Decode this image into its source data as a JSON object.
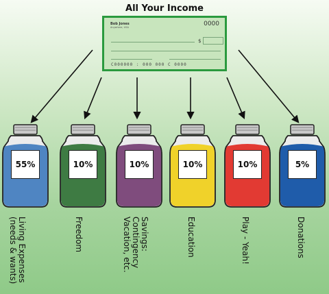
{
  "title": "All Your Income",
  "check": {
    "name": "Bob Jones",
    "address": "Anywhere, USA",
    "number": "0000",
    "dollar_sign": "$",
    "micr": "C000000 : 000 000 C 0000"
  },
  "jars": [
    {
      "percent": "55%",
      "color": "#4f85c2",
      "caption": "Living Expenses\n(needs & wants)"
    },
    {
      "percent": "10%",
      "color": "#3e7b43",
      "caption": "Freedom"
    },
    {
      "percent": "10%",
      "color": "#7f4c7d",
      "caption": "Savings:\nContingency\nVacation, etc."
    },
    {
      "percent": "10%",
      "color": "#f0d22a",
      "caption": "Education"
    },
    {
      "percent": "10%",
      "color": "#e23a33",
      "caption": "Play - Yeah!"
    },
    {
      "percent": "5%",
      "color": "#1f5caa",
      "caption": "Donations"
    }
  ]
}
